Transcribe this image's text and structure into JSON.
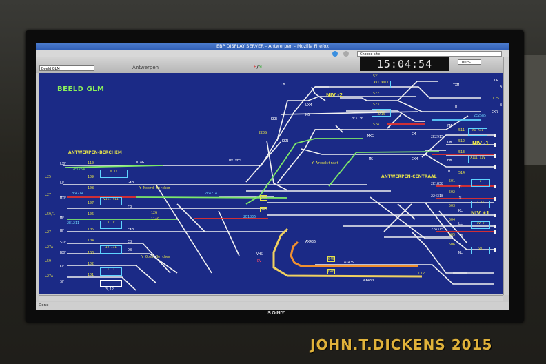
{
  "browser": {
    "window_title": "EBP DISPLAY SERVER - Antwerpen - Mozilla Firefox",
    "site_select": "Choose site",
    "status": "Done"
  },
  "app": {
    "view_select": "Beeld GLM",
    "station": "Antwerpen",
    "mode_e": "E",
    "mode_sep": "/",
    "mode_n": "N",
    "clock": "15:04:54",
    "zoom": "100 %"
  },
  "diagram": {
    "title": "BEELD GLM",
    "stations": [
      "ANTWERPEN-BERCHEM",
      "ANTWERPEN-CENTRAAL"
    ],
    "levels": [
      "NIV -2",
      "NIV -1",
      "NIV +1"
    ],
    "lines_left": [
      "L25",
      "L27",
      "L59/1",
      "L27",
      "L27A",
      "L59",
      "L27A"
    ],
    "tracks_left": [
      "110",
      "109",
      "108",
      "107",
      "106",
      "105",
      "104",
      "103",
      "102",
      "101"
    ],
    "trains": [
      "2E1764",
      "2E4214",
      "2E1211",
      "2E4214",
      "2E1836",
      "2E3136",
      "2E2585",
      "2E2915",
      "2E1838",
      "224318",
      "224315"
    ],
    "platforms_right": [
      "501",
      "502",
      "503",
      "504",
      "505",
      "506",
      "511",
      "512",
      "513",
      "514",
      "521",
      "522",
      "523",
      "524"
    ],
    "berchem_boxes": [
      "X IX",
      "VIII VII",
      "VI V",
      "IV III",
      "II I"
    ],
    "centraal_boxes": [
      "I",
      "II III",
      "IV V",
      "VI"
    ],
    "upper_boxes": [
      "XXI XXII",
      "XXIII XXIV",
      "XI XII",
      "XIII XIV"
    ],
    "signals": [
      "LXF",
      "LF",
      "MXF",
      "MF",
      "HF",
      "SXF",
      "BXF",
      "KF",
      "SF",
      "01AG",
      "GXB",
      "FB",
      "EXB",
      "CB",
      "DB",
      "KKB",
      "KKN",
      "LM",
      "LXM",
      "KG",
      "MXG",
      "MG",
      "CM",
      "CXM",
      "TXM",
      "TM",
      "FM",
      "GM",
      "HM",
      "IM",
      "IL",
      "JL",
      "KL",
      "LL",
      "ML",
      "NL",
      "AX439",
      "AX436",
      "AX430"
    ],
    "misc": [
      "DV VHS",
      "Y Noord Berchem",
      "Y Oost Berchem",
      "Y Arendstraat",
      "12G",
      "11AG",
      "220G",
      "3,12",
      "L12",
      "044",
      "043",
      "045",
      "046",
      "CR",
      "CXR",
      "L25",
      "B",
      "A",
      "VHS",
      "DV"
    ]
  },
  "photo": {
    "monitor_brand": "SONY",
    "watermark": "JOHN.T.DICKENS  2015"
  }
}
